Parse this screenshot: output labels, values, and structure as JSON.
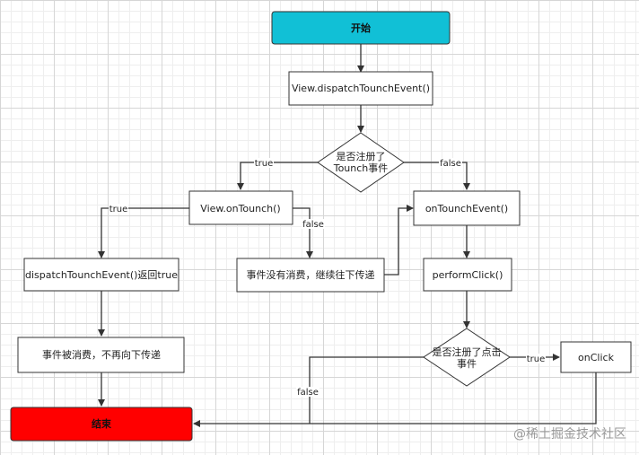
{
  "nodes": {
    "start": "开始",
    "dispatch": "View.dispatchTounchEvent()",
    "registered_touch_line1": "是否注册了",
    "registered_touch_line2": "Tounch事件",
    "view_on_touch": "View.onTounch()",
    "on_touch_event": "onTounchEvent()",
    "dispatch_return_true": "dispatchTounchEvent()返回true",
    "not_consumed": "事件没有消费，继续往下传递",
    "perform_click": "performClick()",
    "consumed": "事件被消费，不再向下传递",
    "registered_click_line1": "是否注册了点击",
    "registered_click_line2": "事件",
    "on_click": "onClick",
    "end": "结束"
  },
  "edges": {
    "true_1": "true",
    "false_1": "false",
    "true_2": "true",
    "false_2": "false",
    "true_3": "true",
    "false_3": "false"
  },
  "colors": {
    "start_fill": "#11c0d6",
    "end_fill": "#ff0000",
    "line": "#333333"
  },
  "watermark": "@稀土掘金技术社区"
}
